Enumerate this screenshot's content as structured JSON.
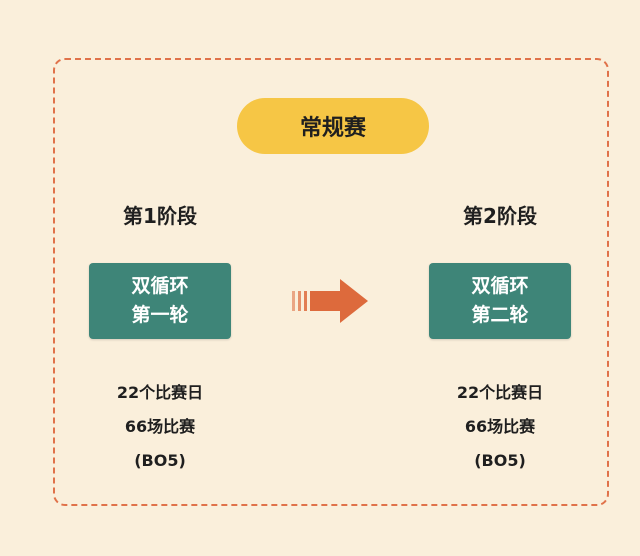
{
  "title": "常规赛",
  "stages": [
    {
      "label": "第1阶段",
      "box_lines": [
        "双循环",
        "第一轮"
      ],
      "details": [
        "22个比赛日",
        "66场比赛",
        "(BO5)"
      ]
    },
    {
      "label": "第2阶段",
      "box_lines": [
        "双循环",
        "第二轮"
      ],
      "details": [
        "22个比赛日",
        "66场比赛",
        "(BO5)"
      ]
    }
  ],
  "colors": {
    "background": "#faefdb",
    "frame_border": "#e0724a",
    "title_pill": "#f6c645",
    "box": "#3e8578",
    "arrow": "#dd6a3c"
  },
  "icons": {
    "arrow": "right-arrow-icon"
  }
}
